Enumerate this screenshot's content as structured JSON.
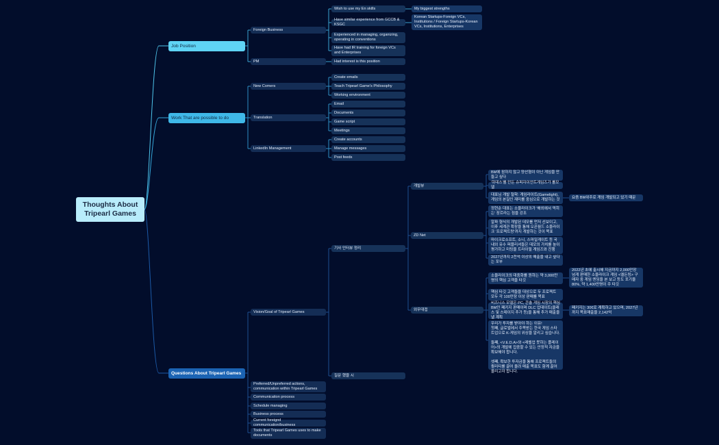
{
  "mindmap": {
    "root": "Thoughts About Tripearl Games",
    "branches": {
      "job": {
        "label": "Job Position",
        "foreign": {
          "label": "Foreign Business",
          "children": [
            "Wish to use my En skills",
            "Have similar experience from GCCB & KSGC",
            "Experienced in managing, organizing, operating in conventions",
            "Have had IR training for foreign VCs and Enterprises"
          ],
          "sub": {
            "strengths": "My biggest strengths",
            "korean": "Korean Startups-Foreign VCs, Institutions / Foreign Startups-Korean VCs, Institutions, Enterprises"
          }
        },
        "pm": {
          "label": "PM",
          "children": [
            "Had interest is this position"
          ]
        }
      },
      "work": {
        "label": "Work That are possible to do",
        "newcomers": {
          "label": "New Comers",
          "children": [
            "Create emails",
            "Teach Tripearl Game's Philosophy",
            "Working environment"
          ]
        },
        "translation": {
          "label": "Translation",
          "children": [
            "Email",
            "Documents",
            "Game script",
            "Meetings"
          ]
        },
        "linkedin": {
          "label": "LinkedIn Management",
          "children": [
            "Create accounts",
            "Manage messages",
            "Post feeds"
          ]
        }
      },
      "questions": {
        "label": "Questions About Tripearl Games",
        "vision": {
          "label": "Vision/Goal of Tripearl Games",
          "article": {
            "label": "기사 인터뷰 정리",
            "dev": {
              "label": "개발뷰",
              "children": [
                "BM에 잠하지 않고 양산형이 아닌 게임을 만들고 싶다",
                "'하데스'를 만든 슈퍼자이언트게임즈가 롤모델",
                "대표님 개발 철학: 게임라이트(Gamelight), 게임의 본질인 재미를 중심으로 개발하는 것"
              ],
              "reason": "요즘 BM위주로 게임 개발되고 있기 때문"
            },
            "zdnet": {
              "label": "ZD Net",
              "children": [
                "정현순 대표는 소울라이크가 '해외에서 먹히는' 장르라는 점을 강조",
                "알파 형식의 개발된 데모를 먼저 선보이고, 이후 세계관 확장을 통해 오픈월드 소울라이크 '프로젝트랑'까지 개발하는 것이 목표",
                "마이크로소프트, 소니, 스마일게이트 등 국내외 유수 퍼블리셔들은 데모의 가치를 높이 평가하고 미팅을 트라이펄 게임즈와 진행",
                "2027년까지 2천억 이상의 매출을 내고 싶다는 포부"
              ]
            },
            "outlook": {
              "label": "외우대접",
              "children": [
                "소울라이크의 대중화를 원하는 약 3,000만명의 핵심 고객을 타깃",
                "핵심 타깃 고객들을 대상으로 두 프로젝트 모두 각 100만장 이상 판매를 목표",
                "비즈니스 모델은 PC, 콘솔 게임 시장의 핵심 BM인 패키지 판매이며 DLC 업데이트(클래스 및 스테이지 추가 등)을 통해 추가 매출을 낼 계획",
                "우리가 투자를 받아야 하는 이유!\n첫째, 글로벌에서 주목받는 한국 게임 스타트업으로 K-게임의 위상을 알리고 싶습니다.\n\n둘째, <V.E.D.A>와 <레벨업 못하는 플레이어>의 개발에 집중할 수 있는 안정적 자금을 확보해야 합니다.\n\n셋째, 확보한 투자금을 통해 프로젝트들의 퀄리티를 끌어 올려 매출 목표도 함께 끌어 올리고자 합니다."
              ],
              "notes": [
                "2022년 초에 출시해 지금까지 2,000만장 넘게 판매한 소울라이크 게임 <엘든링> 구매자 중 게임 엔딩을 본 보고 등도 포기율 80%, 약 1,400만명이 주 타깃",
                "패키지는 30€로 계획하고 있으며, 2027년까지 목표매출을 2,142억"
              ]
            }
          },
          "misc": "질문 했을 시"
        },
        "children": [
          "Preferred/Unpreferred actions, communication within Tripearl Games",
          "Communication process",
          "Schedule managing",
          "Business process",
          "Current foreignd communication/business",
          "Tools that Tripearl Games uses to make documents"
        ]
      }
    }
  }
}
